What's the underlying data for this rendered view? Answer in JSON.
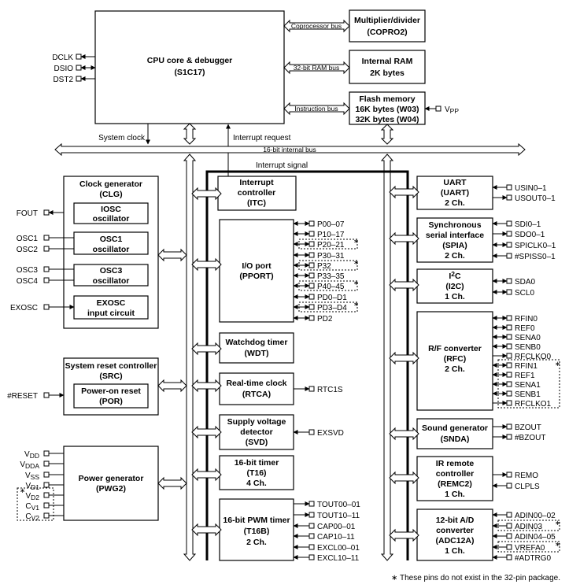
{
  "cpu": {
    "title": "CPU core & debugger",
    "subtitle": "(S1C17)"
  },
  "debug_pins": [
    "DCLK",
    "DSIO",
    "DST2"
  ],
  "copro": {
    "title": "Multiplier/divider",
    "subtitle": "(COPRO2)",
    "bus": "Coprocessor bus"
  },
  "ram": {
    "title": "Internal RAM",
    "subtitle": "2K bytes",
    "bus": "32-bit RAM bus"
  },
  "flash": {
    "title": "Flash memory",
    "line2": "16K bytes (W03)",
    "line3": "32K bytes (W04)",
    "bus": "Instruction bus",
    "pin": "V",
    "pin_sub": "PP"
  },
  "labels": {
    "system_clock": "System clock",
    "interrupt_request": "Interrupt request",
    "internal_bus": "16-bit internal bus",
    "interrupt_signal": "Interrupt signal",
    "footnote": "∗ These pins do not exist in the 32-pin package."
  },
  "clg": {
    "title": "Clock generator",
    "subtitle": "(CLG)",
    "iosc": [
      "IOSC",
      "oscillator"
    ],
    "osc1": [
      "OSC1",
      "oscillator"
    ],
    "osc3": [
      "OSC3",
      "oscillator"
    ],
    "exosc": [
      "EXOSC",
      "input circuit"
    ],
    "pins": {
      "fout": "FOUT",
      "osc1": "OSC1",
      "osc2": "OSC2",
      "osc3": "OSC3",
      "osc4": "OSC4",
      "exosc": "EXOSC"
    }
  },
  "src": {
    "title": "System reset controller",
    "subtitle": "(SRC)",
    "por": [
      "Power-on reset",
      "(POR)"
    ],
    "pin": "#RESET"
  },
  "pwg": {
    "title": "Power generator",
    "subtitle": "(PWG2)",
    "pins": [
      [
        "V",
        "DD"
      ],
      [
        "V",
        "DDA"
      ],
      [
        "V",
        "SS"
      ],
      [
        "V",
        "D1"
      ],
      [
        "V",
        "D2"
      ],
      [
        "C",
        "V1"
      ],
      [
        "C",
        "V2"
      ]
    ]
  },
  "itc": {
    "lines": [
      "Interrupt",
      "controller",
      "(ITC)"
    ]
  },
  "pport": {
    "lines": [
      "I/O port",
      "(PPORT)"
    ],
    "pins": [
      "P00–07",
      "P10–17",
      "P20–21",
      "P30–31",
      "P32",
      "P33–35",
      "P40–45",
      "PD0–D1",
      "PD3–D4",
      "PD2"
    ]
  },
  "wdt": {
    "lines": [
      "Watchdog timer",
      "(WDT)"
    ]
  },
  "rtca": {
    "lines": [
      "Real-time clock",
      "(RTCA)"
    ],
    "pin": "RTC1S"
  },
  "svd": {
    "lines": [
      "Supply voltage",
      "detector",
      "(SVD)"
    ],
    "pin": "EXSVD"
  },
  "t16": {
    "lines": [
      "16-bit timer",
      "(T16)",
      "4 Ch."
    ]
  },
  "t16b": {
    "lines": [
      "16-bit PWM timer",
      "(T16B)",
      "2 Ch."
    ],
    "pins": [
      "TOUT00–01",
      "TOUT10–11",
      "CAP00–01",
      "CAP10–11",
      "EXCL00–01",
      "EXCL10–11"
    ]
  },
  "uart": {
    "lines": [
      "UART",
      "(UART)",
      "2 Ch."
    ],
    "pins": [
      "USIN0–1",
      "USOUT0–1"
    ]
  },
  "spia": {
    "lines": [
      "Synchronous",
      "serial interface",
      "(SPIA)",
      "2 Ch."
    ],
    "pins": [
      "SDI0–1",
      "SDO0–1",
      "SPICLK0–1",
      "#SPISS0–1"
    ]
  },
  "i2c": {
    "lines": [
      "I",
      "2",
      "C",
      "(I2C)",
      "1 Ch."
    ],
    "pins": [
      "SDA0",
      "SCL0"
    ]
  },
  "rfc": {
    "lines": [
      "R/F converter",
      "(RFC)",
      "2 Ch."
    ],
    "pins": [
      "RFIN0",
      "REF0",
      "SENA0",
      "SENB0",
      "RFCLKO0",
      "RFIN1",
      "REF1",
      "SENA1",
      "SENB1",
      "RFCLKO1"
    ]
  },
  "snda": {
    "lines": [
      "Sound generator",
      "(SNDA)"
    ],
    "pins": [
      "BZOUT",
      "#BZOUT"
    ]
  },
  "remc": {
    "lines": [
      "IR remote",
      "controller",
      "(REMC2)",
      "1 Ch."
    ],
    "pins": [
      "REMO",
      "CLPLS"
    ]
  },
  "adc": {
    "lines": [
      "12-bit A/D",
      "converter",
      "(ADC12A)",
      "1 Ch."
    ],
    "pins": [
      "ADIN00–02",
      "ADIN03",
      "ADIN04–05",
      "VREFA0",
      "#ADTRG0"
    ]
  },
  "star": "∗"
}
